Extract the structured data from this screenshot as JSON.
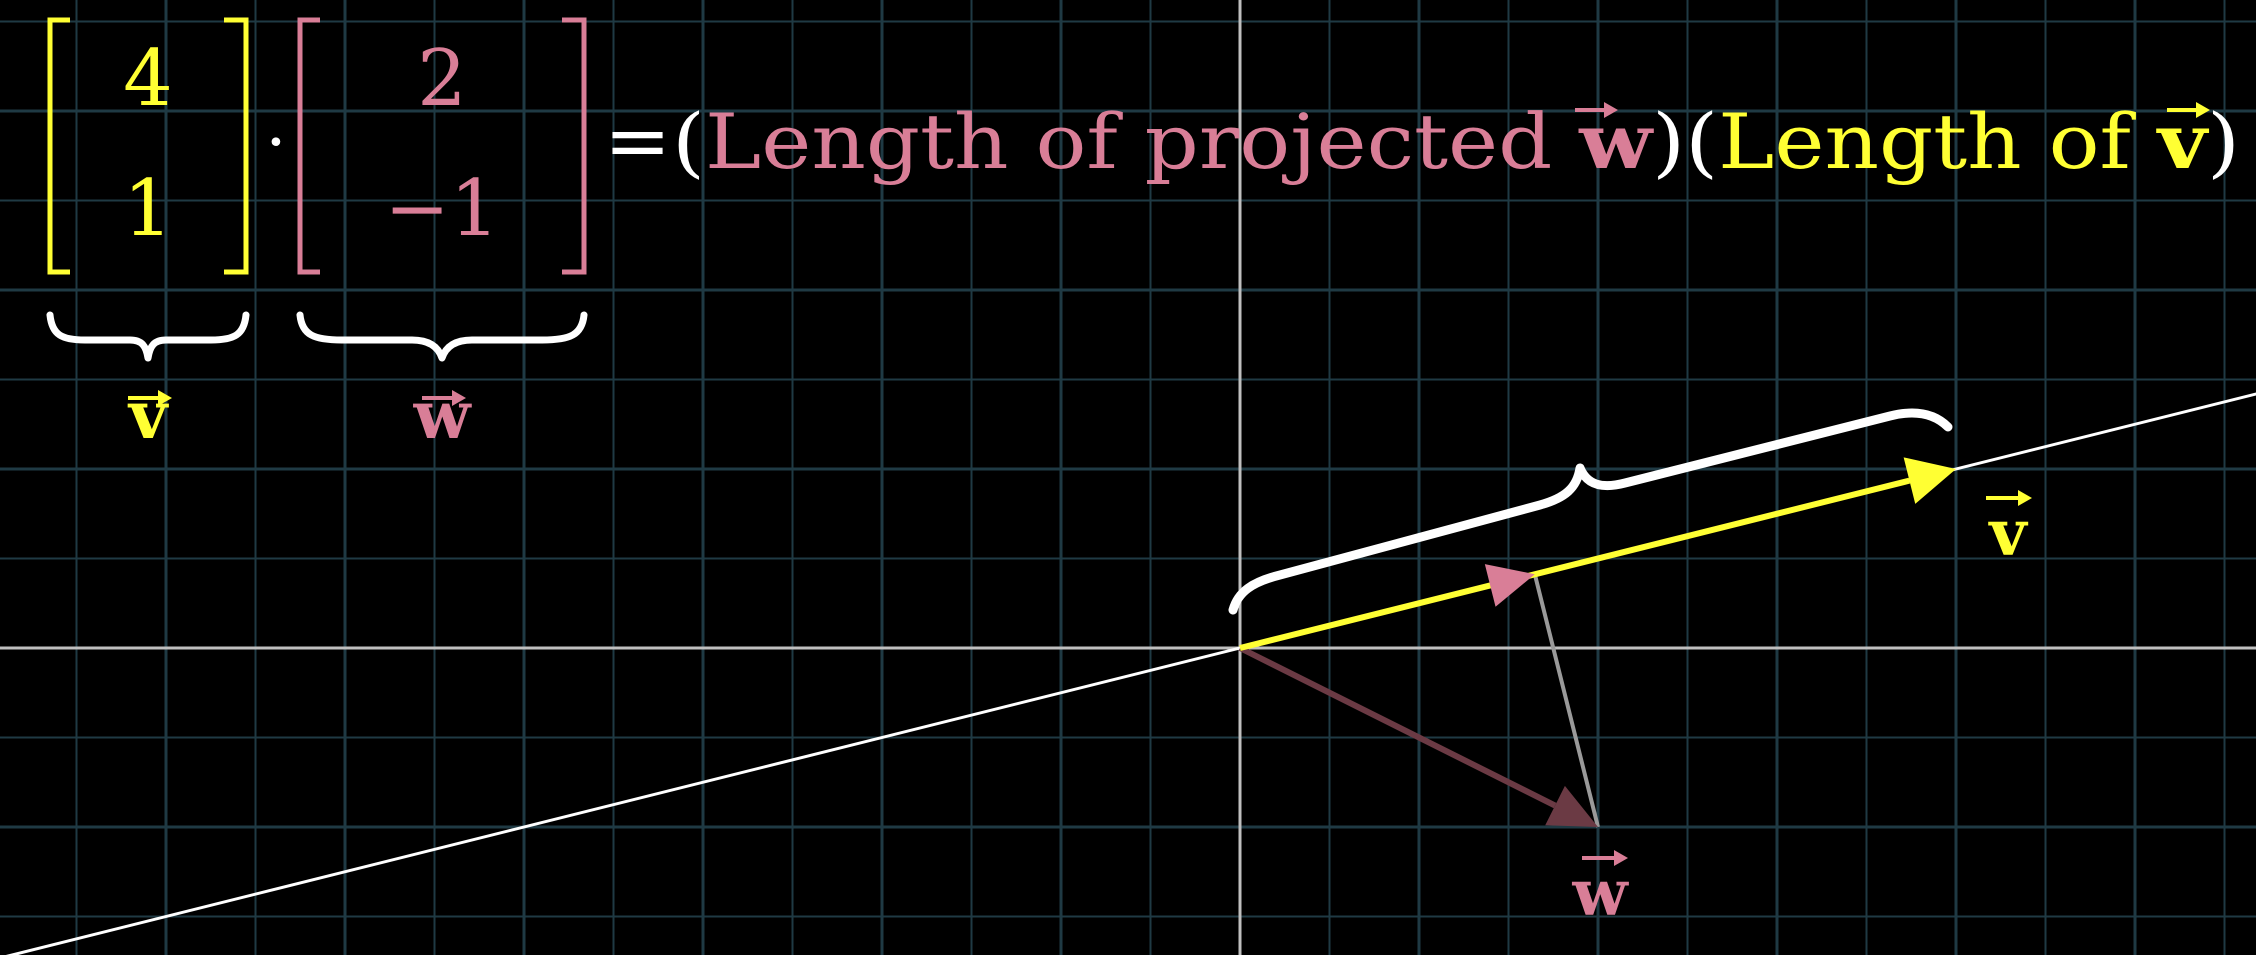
{
  "colors": {
    "background": "#000000",
    "grid": "#1f3a44",
    "axis": "#bfbfbf",
    "yellow": "#ffff33",
    "pink": "#d97e97",
    "w_arrow": "#6b3a44",
    "white": "#ffffff",
    "gray_line": "#9a9a9a"
  },
  "vector_v": {
    "entries": [
      "4",
      "1"
    ],
    "label": "v",
    "arrow_label": "v"
  },
  "dot_symbol": "·",
  "vector_w": {
    "entries": [
      "2",
      "−1"
    ],
    "label": "w",
    "arrow_label": "w"
  },
  "equation": {
    "equals": "=",
    "paren_open_1": "(",
    "text_1": "Length of projected ",
    "symbol_1": "w",
    "paren_close_1": ")",
    "paren_open_2": "(",
    "text_2": "Length of ",
    "symbol_2": "v",
    "paren_close_2": ")"
  },
  "chart_data": {
    "type": "diagram",
    "vectors": [
      {
        "name": "v",
        "x": 4,
        "y": 1
      },
      {
        "name": "w",
        "x": 2,
        "y": -1
      },
      {
        "name": "projected w",
        "x": 1.647,
        "y": 0.412
      }
    ],
    "grid": true,
    "xlim": [
      -7.6,
      6.4
    ],
    "ylim": [
      -1.8,
      4.1
    ]
  }
}
